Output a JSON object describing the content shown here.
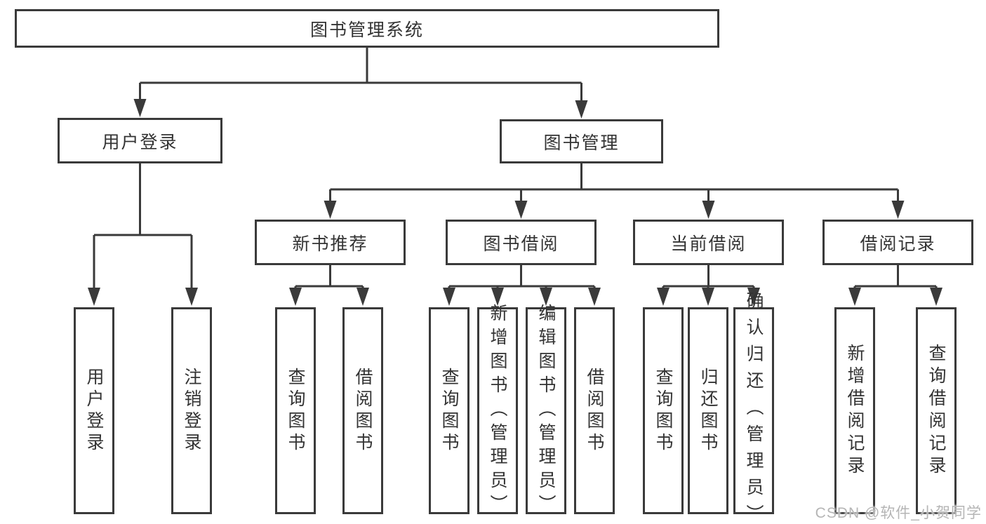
{
  "tree": {
    "root": {
      "label": "图书管理系统"
    },
    "level2": [
      {
        "label": "用户登录"
      },
      {
        "label": "图书管理"
      }
    ],
    "level3": [
      {
        "label": "新书推荐"
      },
      {
        "label": "图书借阅"
      },
      {
        "label": "当前借阅"
      },
      {
        "label": "借阅记录"
      }
    ],
    "leafGroups": [
      {
        "parent": "用户登录",
        "items": [
          "用户登录",
          "注销登录"
        ]
      },
      {
        "parent": "新书推荐",
        "items": [
          "查询图书",
          "借阅图书"
        ]
      },
      {
        "parent": "图书借阅",
        "items": [
          "查询图书",
          "新增图书（管理员）",
          "编辑图书（管理员）",
          "借阅图书"
        ]
      },
      {
        "parent": "当前借阅",
        "items": [
          "查询图书",
          "归还图书",
          "确认归还（管理员）"
        ]
      },
      {
        "parent": "借阅记录",
        "items": [
          "新增借阅记录",
          "查询借阅记录"
        ]
      }
    ]
  },
  "watermark": {
    "text": "CSDN @软件_小贺同学"
  },
  "colors": {
    "line": "#3a3a3a",
    "box_border": "#3a3a3a",
    "text": "#333333",
    "watermark": "#b5b5b5",
    "background": "#ffffff"
  }
}
